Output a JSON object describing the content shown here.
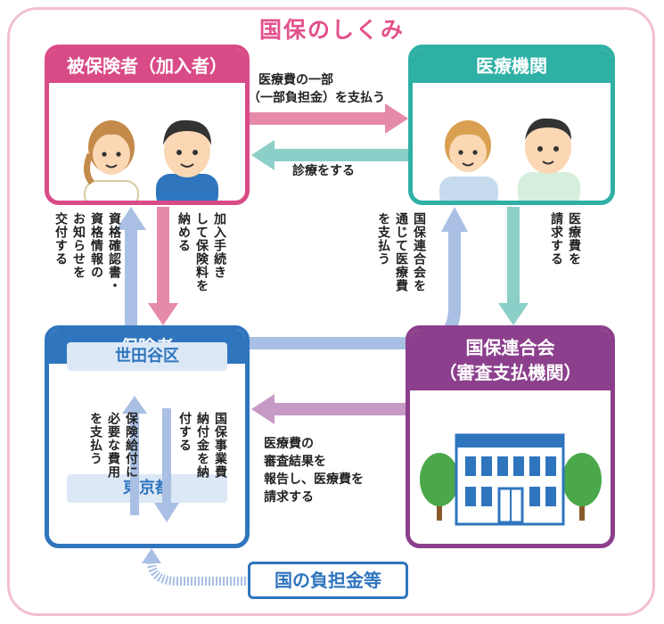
{
  "title": "国保のしくみ",
  "boxes": {
    "insured": "被保険者（加入者）",
    "medical": "医療機関",
    "insurer": "保険者",
    "insurer_sub_top": "世田谷区",
    "insurer_sub_bottom": "東京都",
    "federation_line1": "国保連合会",
    "federation_line2": "（審査支払機関）",
    "national": "国の負担金等"
  },
  "labels": {
    "pay_part_1": "医療費の一部",
    "pay_part_2": "（一部負担金）を支払う",
    "treatment": "診療をする",
    "certificate_1": "資格確認書・",
    "certificate_2": "資格情報の",
    "certificate_3": "お知らせを",
    "certificate_4": "交付する",
    "enroll_1": "加入手続き",
    "enroll_2": "して保険料を",
    "enroll_3": "納める",
    "via_fed_1": "国保連合会を",
    "via_fed_2": "通じて医療費",
    "via_fed_3": "を支払う",
    "claim_1": "医療費を",
    "claim_2": "請求する",
    "review_1": "医療費の",
    "review_2": "審査結果を",
    "review_3": "報告し、医療費を",
    "review_4": "請求する",
    "benefit_1": "保険給付に",
    "benefit_2": "必要な費用",
    "benefit_3": "を支払う",
    "levy_1": "国保事業費",
    "levy_2": "納付金を納",
    "levy_3": "付する"
  },
  "colors": {
    "pink": "#d94b86",
    "teal": "#2fb0a5",
    "blue": "#2f75be",
    "purple": "#8b3f8c",
    "pink_arrow": "#e68aab",
    "teal_arrow": "#8ccfc9",
    "blue_arrow": "#a9bfe3",
    "purple_arrow": "#c79ac6"
  }
}
